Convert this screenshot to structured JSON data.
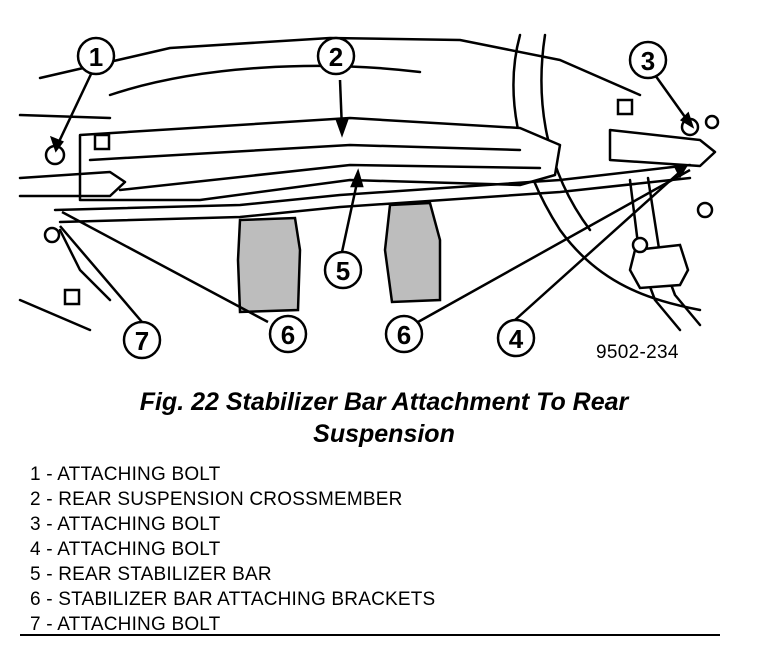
{
  "figure_code": "9502-234",
  "caption": {
    "line1": "Fig. 22 Stabilizer Bar Attachment To Rear",
    "line2": "Suspension"
  },
  "callouts": [
    "1",
    "2",
    "3",
    "4",
    "5",
    "6",
    "6",
    "7"
  ],
  "legend": [
    "1 - ATTACHING BOLT",
    "2 - REAR SUSPENSION CROSSMEMBER",
    "3 - ATTACHING BOLT",
    "4 - ATTACHING BOLT",
    "5 - REAR STABILIZER BAR",
    "6 - STABILIZER BAR ATTACHING BRACKETS",
    "7 - ATTACHING BOLT"
  ]
}
